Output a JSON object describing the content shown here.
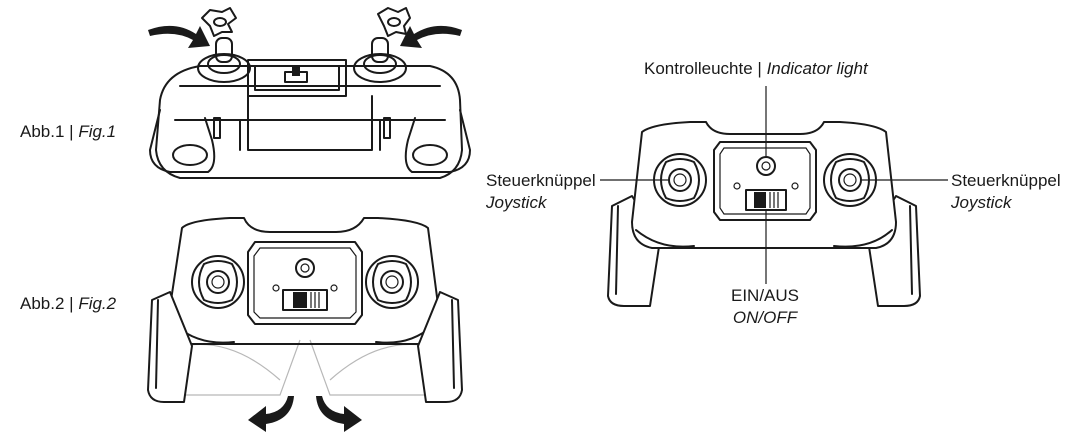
{
  "figures": {
    "fig1": {
      "label_de": "Abb.1",
      "separator": " | ",
      "label_en": "Fig.1"
    },
    "fig2": {
      "label_de": "Abb.2",
      "separator": " | ",
      "label_en": "Fig.2"
    }
  },
  "callouts": {
    "indicator": {
      "de": "Kontrolleuchte",
      "separator": " | ",
      "en": "Indicator light"
    },
    "joystick_left": {
      "de": "Steuerknüppel",
      "en": "Joystick"
    },
    "joystick_right": {
      "de": "Steuerknüppel",
      "en": "Joystick"
    },
    "power": {
      "de": "EIN/AUS",
      "en": "ON/OFF"
    }
  }
}
